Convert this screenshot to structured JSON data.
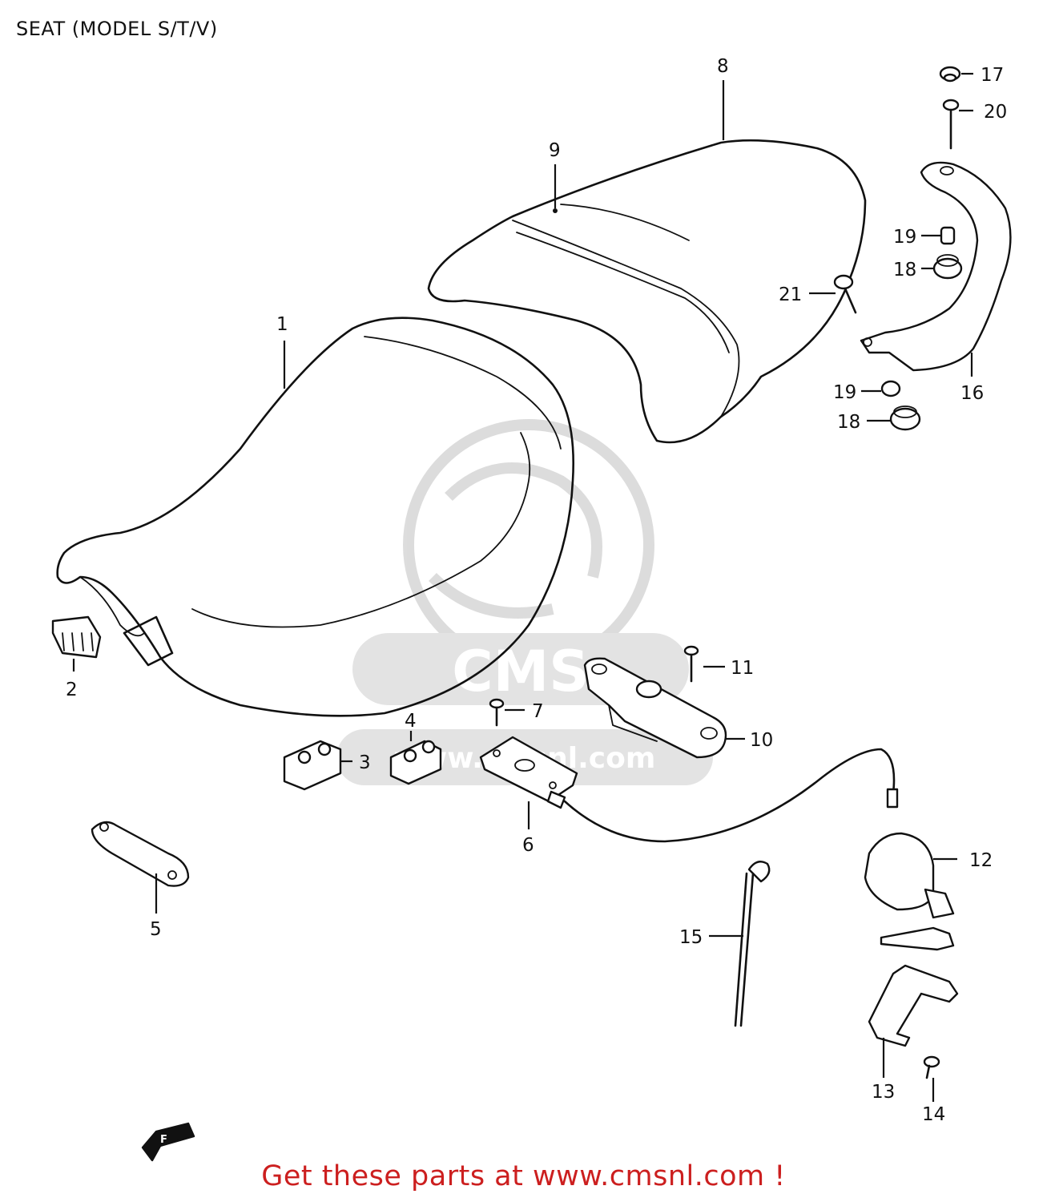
{
  "page": {
    "title": "SEAT (MODEL S/T/V)",
    "cta": "Get these parts at www.cmsnl.com !"
  },
  "watermark": {
    "brand": "CMS",
    "url": "www.cmsnl.com"
  },
  "callouts": [
    "1",
    "2",
    "3",
    "4",
    "5",
    "6",
    "7",
    "8",
    "9",
    "10",
    "11",
    "12",
    "13",
    "14",
    "15",
    "16",
    "17",
    "18",
    "18",
    "19",
    "19",
    "20",
    "21"
  ],
  "direction_marker": {
    "label": "F"
  }
}
